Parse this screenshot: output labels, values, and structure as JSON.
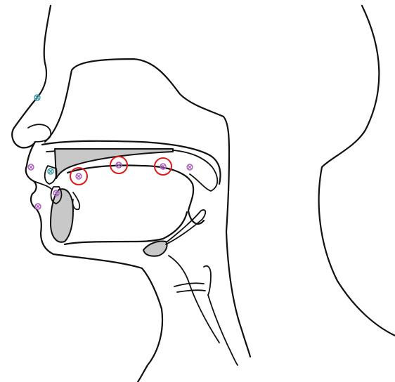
{
  "diagram": {
    "kind": "midsagittal-vocal-tract",
    "colors": {
      "line": "#111111",
      "fill": "#c8c8c8",
      "highlight_ring": "#e01a1a",
      "sensor_magenta": "#b05fc0",
      "sensor_teal": "#3a9ea8"
    },
    "sensors": [
      {
        "name": "nose-bridge-sensor",
        "color": "teal"
      },
      {
        "name": "upper-lip-sensor",
        "color": "magenta"
      },
      {
        "name": "upper-incisor-sensor",
        "color": "teal"
      },
      {
        "name": "lower-incisor-sensor",
        "color": "magenta"
      },
      {
        "name": "lower-lip-sensor",
        "color": "magenta"
      },
      {
        "name": "tongue-tip-sensor",
        "color": "magenta",
        "highlighted": true
      },
      {
        "name": "tongue-blade-sensor",
        "color": "magenta",
        "highlighted": true
      },
      {
        "name": "tongue-dorsum-sensor",
        "color": "magenta",
        "highlighted": true
      },
      {
        "name": "velum-sensor",
        "color": "magenta"
      }
    ]
  }
}
